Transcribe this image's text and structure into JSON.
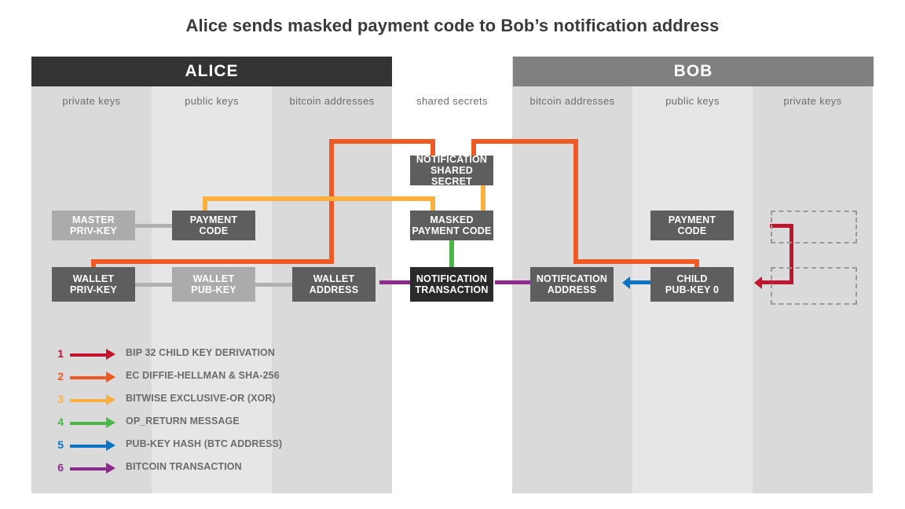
{
  "title": "Alice sends masked payment code to Bob’s notification address",
  "parties": {
    "left": "ALICE",
    "right": "BOB"
  },
  "columns": [
    {
      "label": "private keys"
    },
    {
      "label": "public keys"
    },
    {
      "label": "bitcoin addresses"
    },
    {
      "label": "shared secrets"
    },
    {
      "label": "bitcoin addresses"
    },
    {
      "label": "public keys"
    },
    {
      "label": "private keys"
    }
  ],
  "nodes": {
    "alice_master_privkey": "MASTER\nPRIV-KEY",
    "alice_payment_code": "PAYMENT\nCODE",
    "alice_wallet_privkey": "WALLET\nPRIV-KEY",
    "alice_wallet_pubkey": "WALLET\nPUB-KEY",
    "alice_wallet_address": "WALLET\nADDRESS",
    "notification_shared_secret": "NOTIFICATION\nSHARED SECRET",
    "masked_payment_code": "MASKED\nPAYMENT CODE",
    "notification_transaction": "NOTIFICATION\nTRANSACTION",
    "bob_notification_address": "NOTIFICATION\nADDRESS",
    "bob_child_pubkey": "CHILD\nPUB-KEY  0",
    "bob_payment_code": "PAYMENT\nCODE"
  },
  "legend": [
    {
      "num": "1",
      "label": "BIP 32 CHILD KEY DERIVATION",
      "color": "#c0152f"
    },
    {
      "num": "2",
      "label": "EC DIFFIE-HELLMAN & SHA-256",
      "color": "#ef5a24"
    },
    {
      "num": "3",
      "label": "BITWISE EXCLUSIVE-OR (XOR)",
      "color": "#fbb040"
    },
    {
      "num": "4",
      "label": "OP_RETURN MESSAGE",
      "color": "#4cb648"
    },
    {
      "num": "5",
      "label": "PUB-KEY HASH (BTC ADDRESS)",
      "color": "#0c74c4"
    },
    {
      "num": "6",
      "label": "BITCOIN TRANSACTION",
      "color": "#8e2a8e"
    }
  ],
  "colors": {
    "panel_dark": "#dadada",
    "panel_light": "#e6e6e6",
    "panel_white": "#ffffff",
    "alice_bar": "#333333",
    "bob_bar": "#808080",
    "node_dark": "#5e5e5e",
    "node_light": "#ababab",
    "node_black": "#2b2b2b"
  }
}
